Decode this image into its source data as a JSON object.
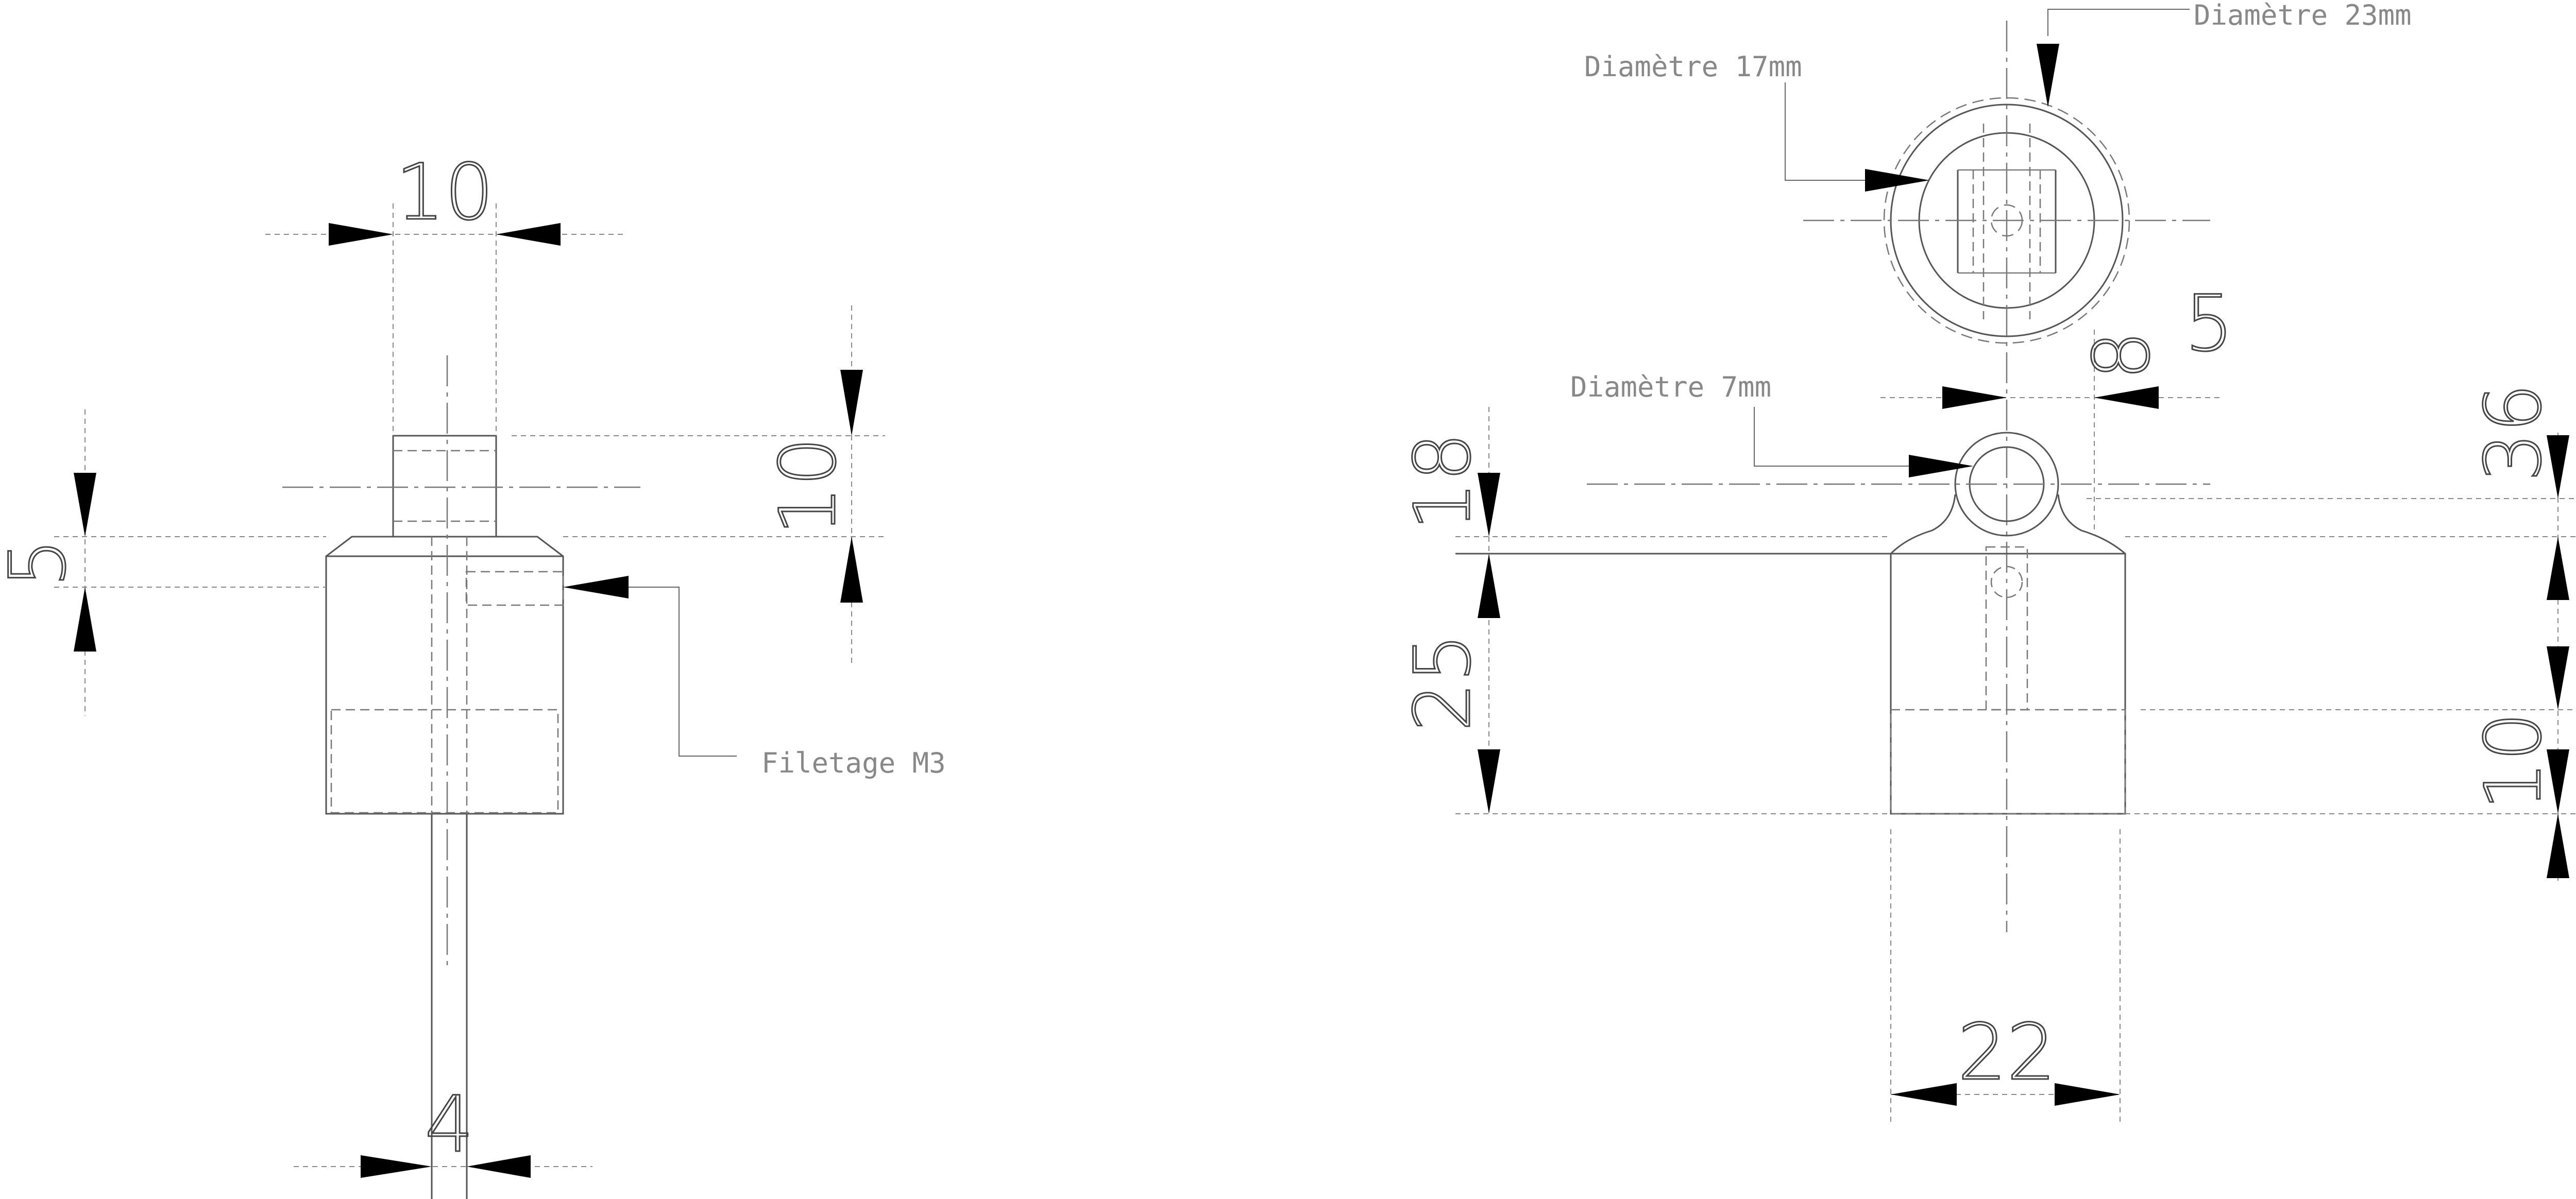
{
  "left_view": {
    "dims": {
      "top_width": "10",
      "top_height": "10",
      "step": "5",
      "shaft": "4"
    },
    "notes": {
      "thread": "Filetage M3"
    }
  },
  "right_view": {
    "dims": {
      "offset_a": "8",
      "offset_b": "5",
      "height_top": "18",
      "height_body": "25",
      "width": "22",
      "right_top": "36",
      "right_bottom": "10"
    },
    "notes": {
      "outer_diameter": "Diamètre 23mm",
      "inner_diameter": "Diamètre 17mm",
      "hole_diameter": "Diamètre 7mm"
    }
  },
  "colors": {
    "line": "#555555",
    "arrow": "#000000",
    "note": "#888888"
  }
}
